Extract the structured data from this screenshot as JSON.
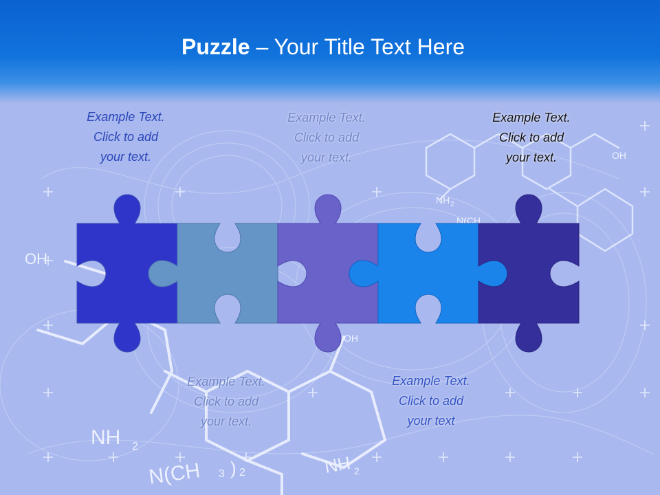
{
  "slide": {
    "title_bold": "Puzzle",
    "title_rest": " – Your Title Text Here"
  },
  "captions": [
    {
      "line1": "Example Text.",
      "line2": "Click  to add",
      "line3": "your text."
    },
    {
      "line1": "Example Text.",
      "line2": "Click  to add",
      "line3": "your text."
    },
    {
      "line1": "Example Text.",
      "line2": "Click  to add",
      "line3": "your text."
    },
    {
      "line1": "Example Text.",
      "line2": "Click  to add",
      "line3": "your text."
    },
    {
      "line1": "Example Text.",
      "line2": "Click  to add",
      "line3": "your text"
    }
  ],
  "background_labels": {
    "oh_left": "OH",
    "nh2_left": "NH",
    "nch32_left": "N(CH",
    "nh2_mid": "NH",
    "oh_mid": "OH",
    "nh2_right": "NH",
    "nch3_right": "N(CH",
    "oh_right": "OH"
  },
  "colors": {
    "piece1": "#2f35c9",
    "piece2": "#6594c6",
    "piece3": "#6962c9",
    "piece4": "#1a84ea",
    "piece5": "#352f9c",
    "header": "#1273dd"
  }
}
